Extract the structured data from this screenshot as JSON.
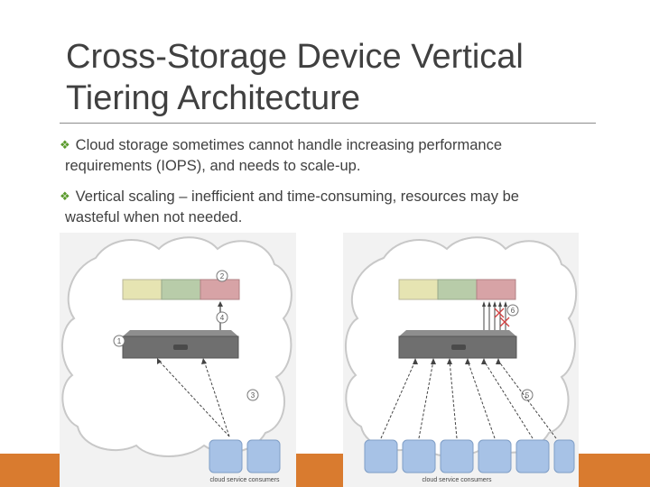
{
  "slide": {
    "title_line1": "Cross-Storage Device Vertical",
    "title_line2": "Tiering Architecture",
    "bullets": [
      {
        "marker": "❖",
        "line1": "Cloud storage sometimes cannot handle increasing performance",
        "line2": "requirements (IOPS), and needs to scale-up."
      },
      {
        "marker": "❖",
        "line1": "Vertical scaling – inefficient and time-consuming, resources may be",
        "line2": "wasteful when not needed."
      }
    ]
  },
  "diagram_left": {
    "callouts": [
      "1",
      "2",
      "3",
      "4"
    ],
    "consumers_label": "cloud service consumers",
    "consumer_count": 2
  },
  "diagram_right": {
    "callouts": [
      "5",
      "6"
    ],
    "consumers_label": "cloud service consumers",
    "consumer_count": 6
  },
  "colors": {
    "accent_bar": "#d97b2f",
    "bullet_marker": "#5a9a2c",
    "block_yellow": "#e6e4b2",
    "block_green": "#b8cca9",
    "block_red": "#d7a3a6",
    "consumer_blue": "#a7c2e6"
  }
}
